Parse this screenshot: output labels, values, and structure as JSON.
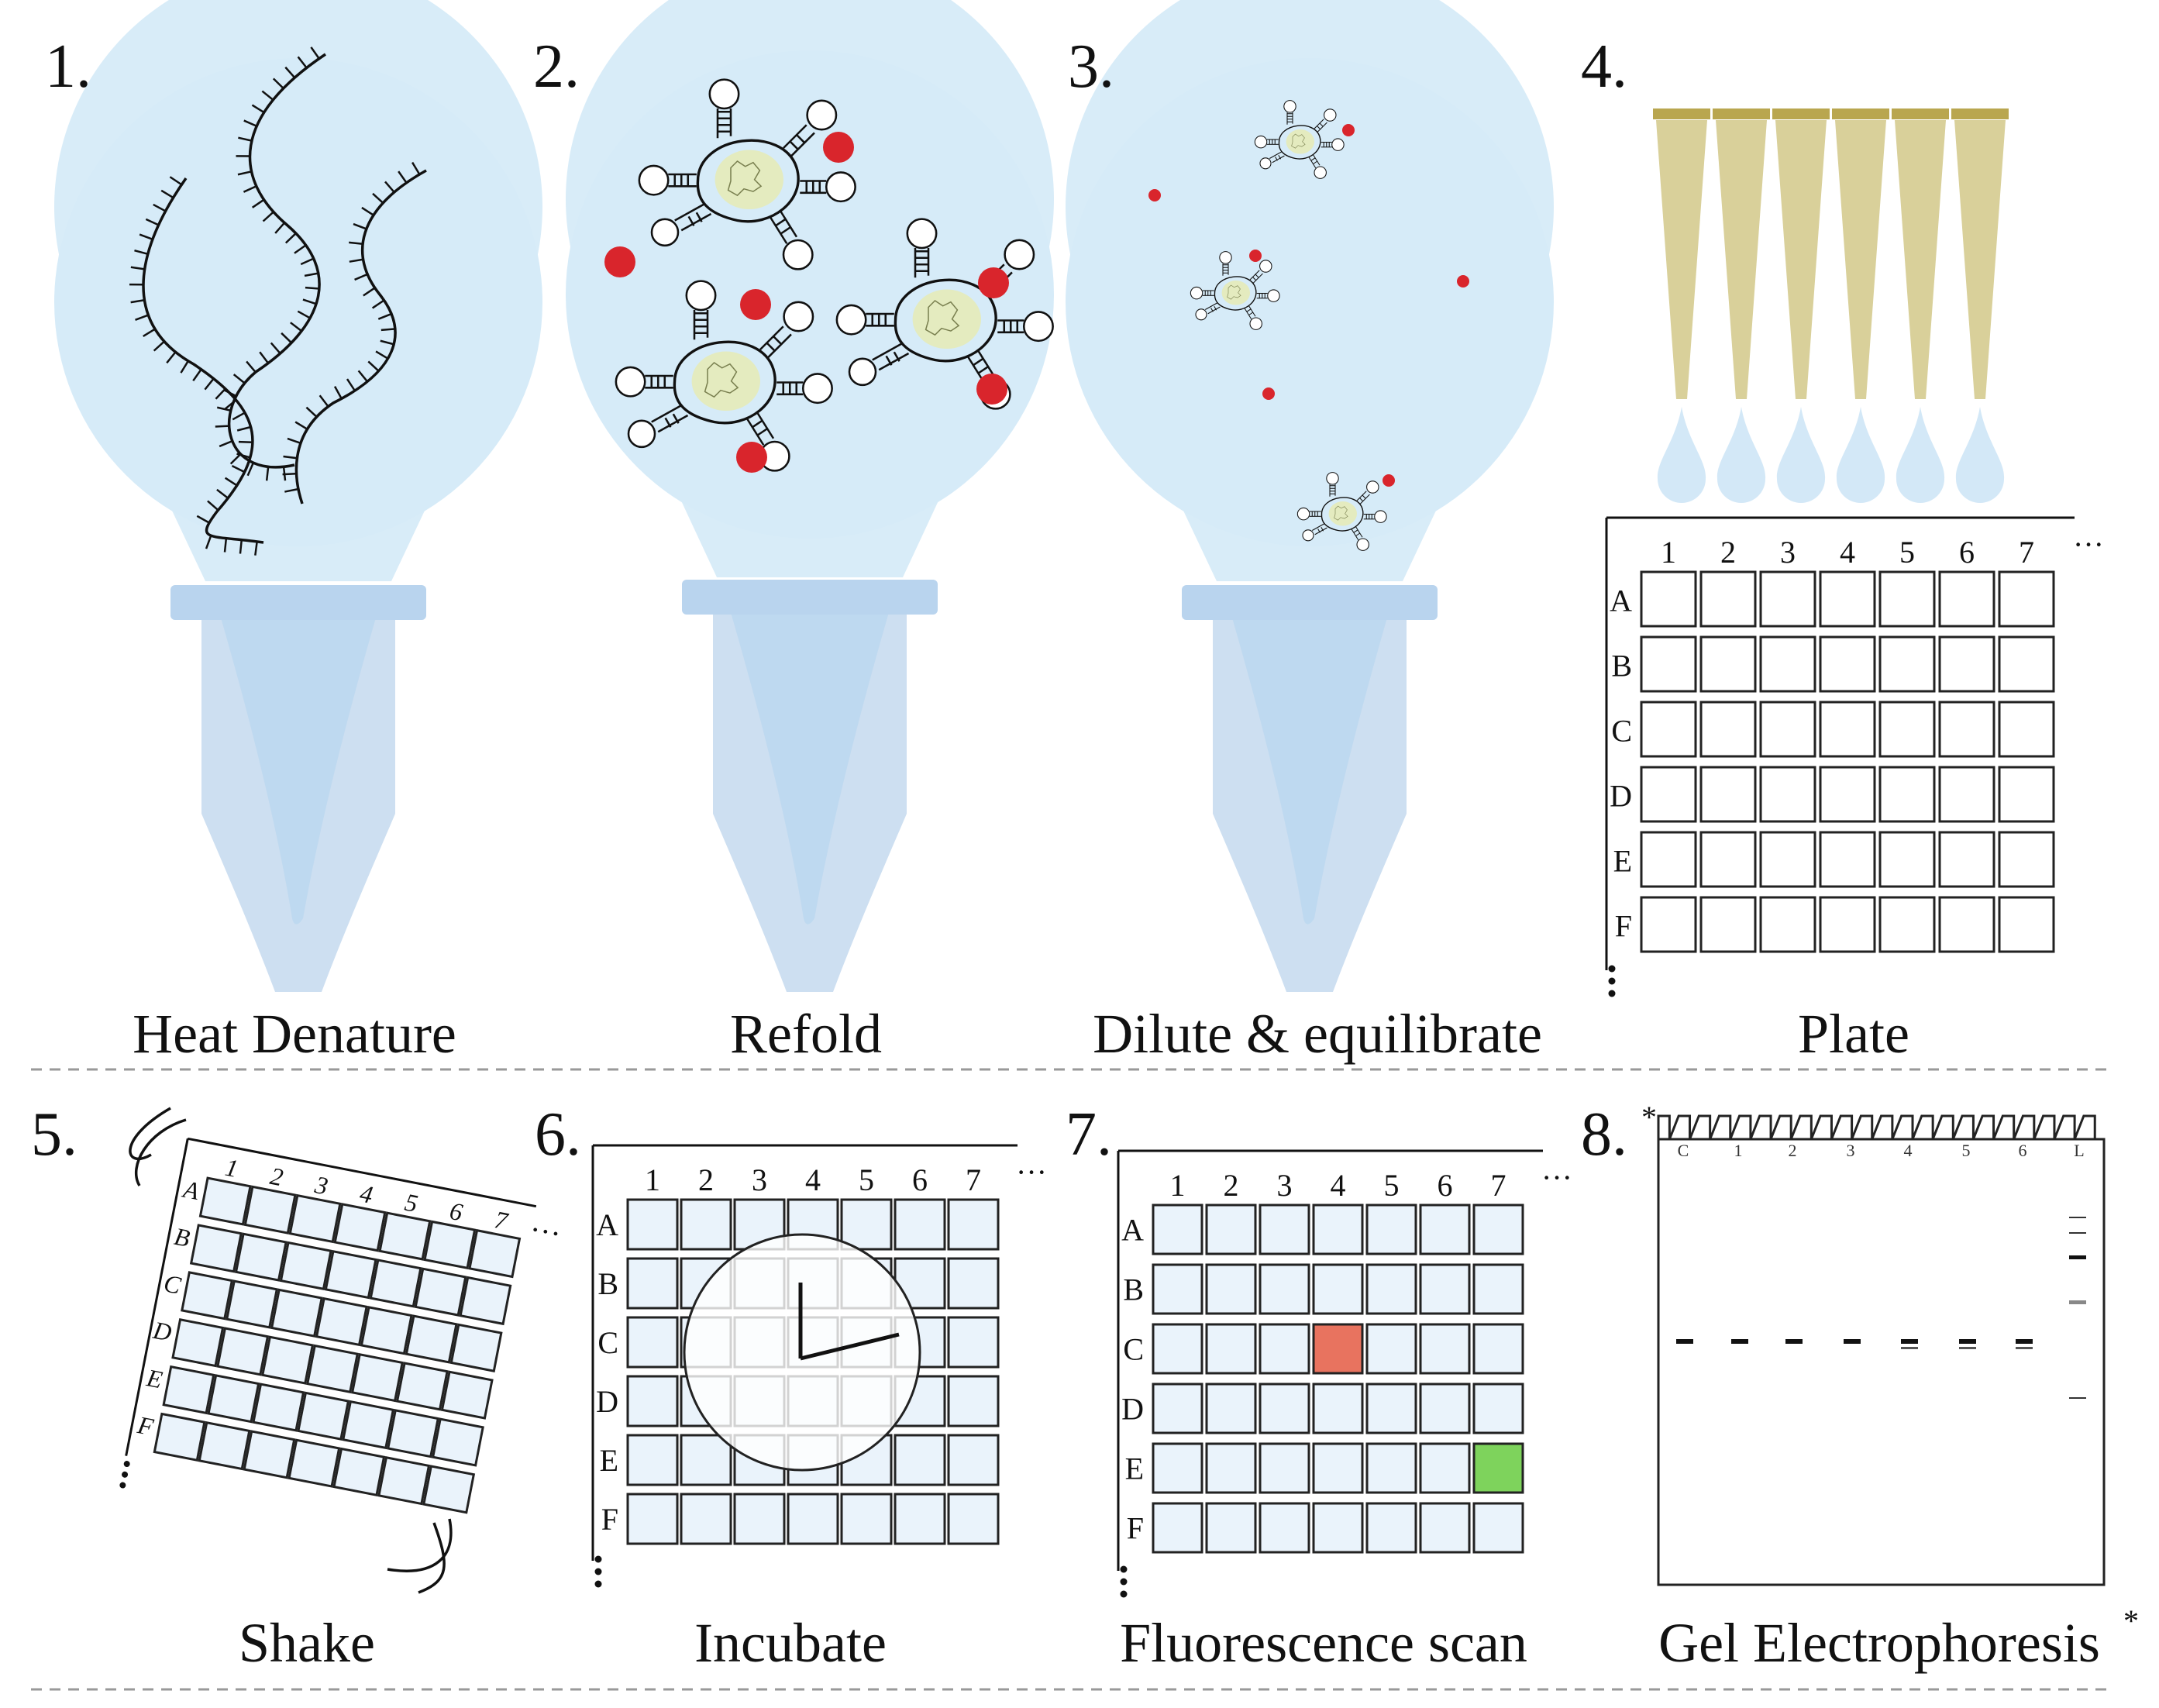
{
  "steps": [
    {
      "number": "1.",
      "caption": "Heat Denature"
    },
    {
      "number": "2.",
      "caption": "Refold"
    },
    {
      "number": "3.",
      "caption": "Dilute & equilibrate"
    },
    {
      "number": "4.",
      "caption": "Plate"
    },
    {
      "number": "5.",
      "caption": "Shake"
    },
    {
      "number": "6.",
      "caption": "Incubate"
    },
    {
      "number": "7.",
      "caption": "Fluorescence scan"
    },
    {
      "number": "8.",
      "caption": "Gel Electrophoresis"
    }
  ],
  "asterisk": "*",
  "ellipsis": "···",
  "plate": {
    "columns": [
      "1",
      "2",
      "3",
      "4",
      "5",
      "6",
      "7"
    ],
    "rows": [
      "A",
      "B",
      "C",
      "D",
      "E",
      "F"
    ]
  },
  "fluorescence": {
    "red_well": "C4",
    "green_well": "E7",
    "red_color": "#e8735f",
    "green_color": "#7ed35c"
  },
  "gel": {
    "lanes": [
      "C",
      "1",
      "2",
      "3",
      "4",
      "5",
      "6",
      "L"
    ]
  },
  "colors": {
    "tube": "#cfe0f2",
    "solution": "#d4eaf7",
    "tip": "#d9d09a",
    "tip_band": "#b9a64f",
    "red_dot": "#d9252c",
    "well_fill": "#eaf3fb"
  }
}
